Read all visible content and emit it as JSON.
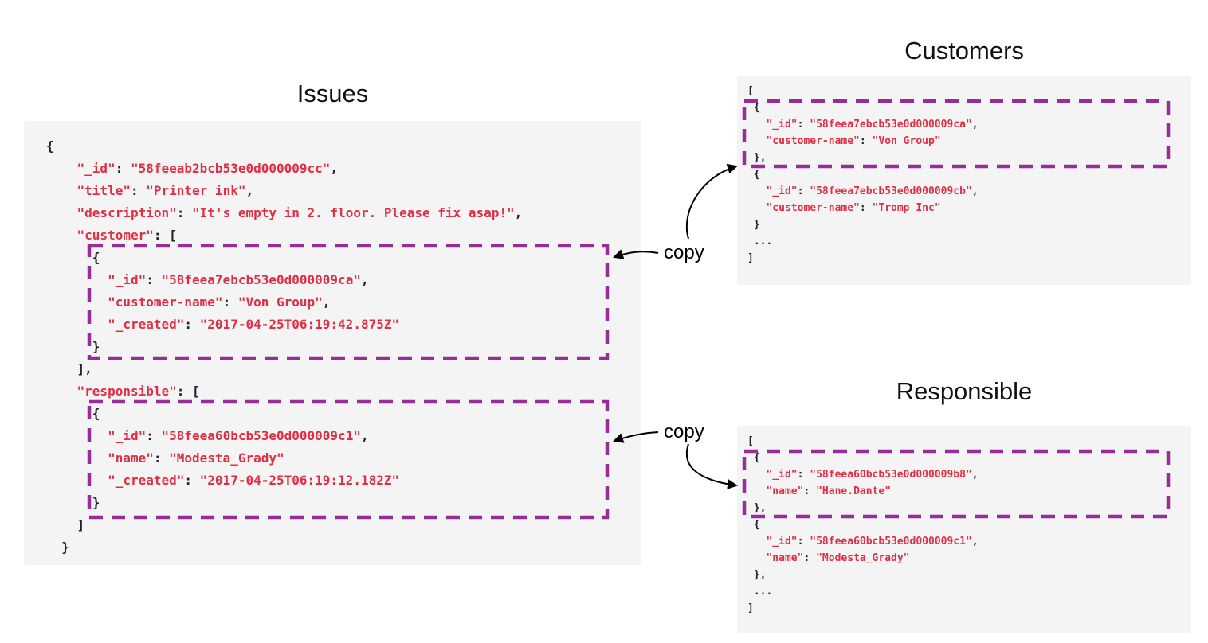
{
  "colors": {
    "code_string": "#e02e44",
    "code_plain": "#1f2328",
    "highlight_purple": "#982d97",
    "panel_bg": "#f4f4f5",
    "arrow_black": "#000000"
  },
  "issues": {
    "title": "Issues",
    "code": [
      "{",
      "    \"_id\": \"58feeab2bcb53e0d000009cc\",",
      "    \"title\": \"Printer ink\",",
      "    \"description\": \"It's empty in 2. floor. Please fix asap!\",",
      "    \"customer\": [",
      "      {",
      "        \"_id\": \"58feea7ebcb53e0d000009ca\",",
      "        \"customer-name\": \"Von Group\",",
      "        \"_created\": \"2017-04-25T06:19:42.875Z\"",
      "      }",
      "    ],",
      "    \"responsible\": [",
      "      {",
      "        \"_id\": \"58feea60bcb53e0d000009c1\",",
      "        \"name\": \"Modesta_Grady\"",
      "        \"_created\": \"2017-04-25T06:19:12.182Z\"",
      "      }",
      "    ]",
      "  }"
    ]
  },
  "customers": {
    "title": "Customers",
    "code": [
      "[",
      " {",
      "   \"_id\": \"58feea7ebcb53e0d000009ca\",",
      "   \"customer-name\": \"Von Group\"",
      " },",
      " {",
      "   \"_id\": \"58feea7ebcb53e0d000009cb\",",
      "   \"customer-name\": \"Tromp Inc\"",
      " }",
      " ...",
      "]"
    ]
  },
  "responsible": {
    "title": "Responsible",
    "code": [
      "[",
      " {",
      "   \"_id\": \"58feea60bcb53e0d000009b8\",",
      "   \"name\": \"Hane.Dante\"",
      " },",
      " {",
      "   \"_id\": \"58feea60bcb53e0d000009c1\",",
      "   \"name\": \"Modesta_Grady\"",
      " },",
      " ...",
      "]"
    ]
  },
  "labels": {
    "copy_customers": "copy",
    "copy_responsible": "copy"
  }
}
